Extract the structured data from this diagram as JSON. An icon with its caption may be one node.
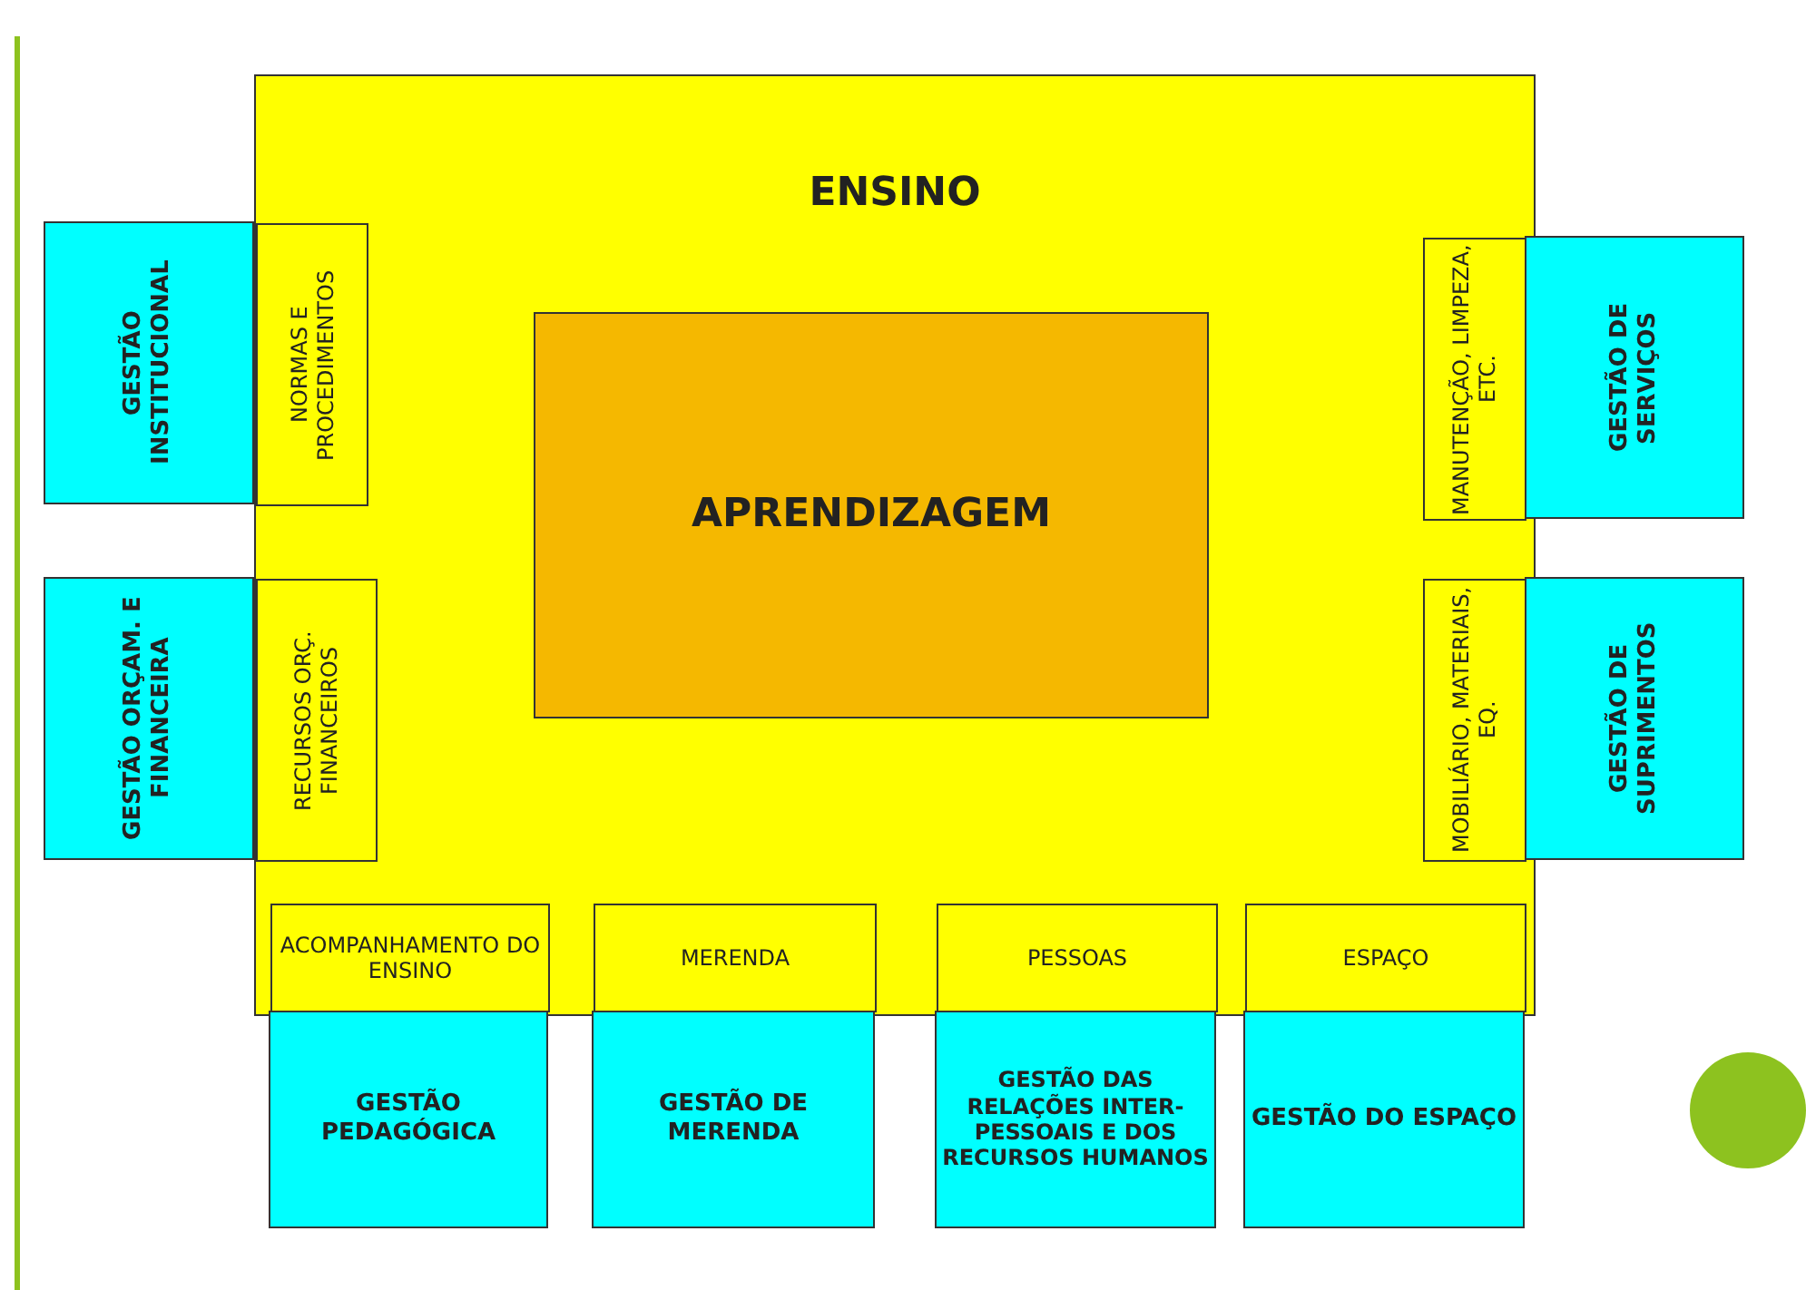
{
  "diagram": {
    "nodes": [
      {
        "text": [
          "ENSINO"
        ]
      },
      {
        "text": [
          "GESTÃO INSTITUCIONAL"
        ]
      },
      {
        "text": [
          "NORMAS E PROCEDIMENTOS"
        ],
        "in": 0
      },
      {
        "text": [
          "APRENDIZAGEM"
        ],
        "in": 0
      },
      {
        "text": [
          "MANUTENÇÃO, LIMPEZA, ETC."
        ],
        "in": 0
      },
      {
        "text": [
          "GESTÃO DE SERVIÇOS"
        ]
      },
      {
        "text": [
          "GESTÃO ORÇAM. E FINANCEIRA"
        ]
      },
      {
        "text": [
          "RECURSOS ORÇ. FINANCEIROS"
        ],
        "in": 0
      },
      {
        "text": [
          "MOBILIÁRIO, MATERIAIS, EQ."
        ],
        "in": 0
      },
      {
        "text": [
          "GESTÃO DE SUPRIMENTOS"
        ]
      },
      {
        "text": [
          "ACOMPANHAMENTO DO ENSINO"
        ],
        "in": 0
      },
      {
        "text": [
          "MERENDA"
        ],
        "in": 0
      },
      {
        "text": [
          "PESSOAS"
        ],
        "in": 0
      },
      {
        "text": [
          "ESPAÇO"
        ],
        "in": 0
      },
      {
        "text": [
          "GESTÃO PEDAGÓGICA"
        ]
      },
      {
        "text": [
          "GESTÃO DE MERENDA"
        ]
      },
      {
        "text": [
          "GESTÃO DAS RELAÇÕES INTER-PESSOAIS E DOS RECURSOS HUMANOS"
        ]
      },
      {
        "text": [
          "GESTÃO DO ESPAÇO"
        ]
      }
    ]
  }
}
